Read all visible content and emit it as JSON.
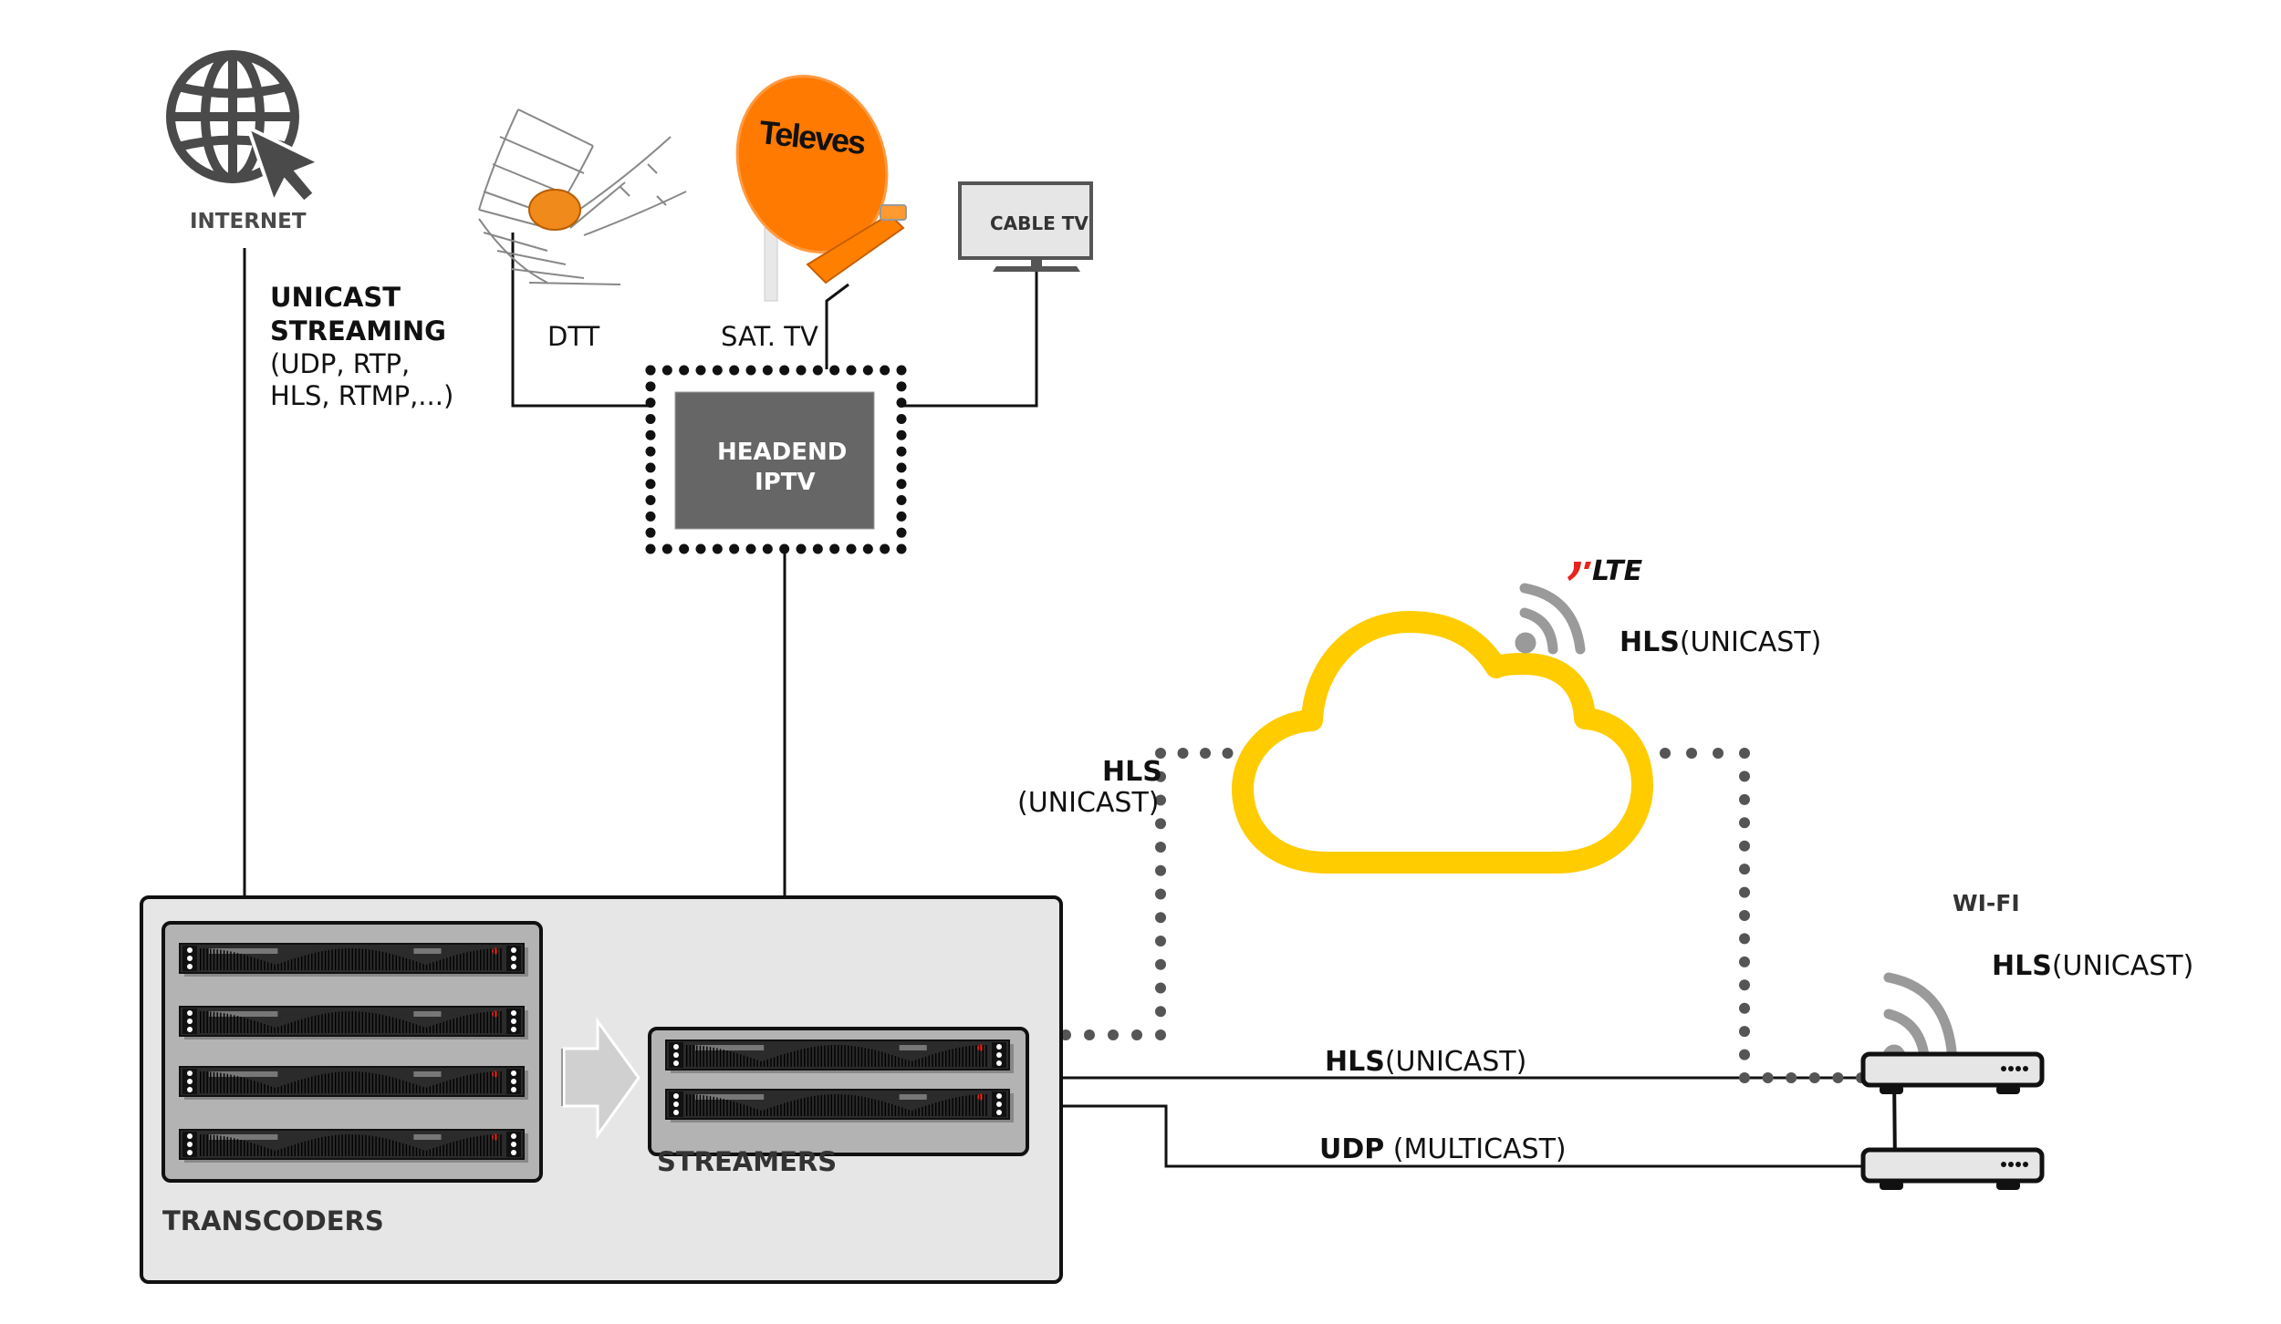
{
  "colors": {
    "line": "#111111",
    "dots": "#555555",
    "icon_grey": "#4a4a4a",
    "wifi_grey": "#9a9a9a",
    "cloud": "#FFCC00",
    "dish_orange": "#FF7A00",
    "headend_box": "#666666",
    "panel_bg": "#e6e6e6",
    "rack_bg": "#b3b3b3",
    "server_body": "#2b2b2b",
    "lte_red": "#e8231b"
  },
  "sources": {
    "internet": {
      "label": "INTERNET",
      "icon": "globe-cursor-icon"
    },
    "dtt": {
      "label": "DTT",
      "icon": "dtt-antenna-icon"
    },
    "sat": {
      "label": "SAT. TV",
      "icon": "satellite-dish-icon",
      "brand": "Televes"
    },
    "cable": {
      "label": "CABLE TV",
      "icon": "tv-monitor-icon"
    }
  },
  "unicast_note": {
    "title_line1": "UNICAST",
    "title_line2": "STREAMING",
    "detail_line1": "(UDP, RTP,",
    "detail_line2": "HLS, RTMP,...)"
  },
  "headend": {
    "line1": "HEADEND",
    "line2": "IPTV"
  },
  "processing": {
    "transcoders_label": "TRANSCODERS",
    "transcoder_count": 4,
    "streamers_label": "STREAMERS",
    "streamer_count": 2
  },
  "cloud_link": {
    "bold": "HLS",
    "normal": "(UNICAST)"
  },
  "lte": {
    "label": "LTE",
    "bold": "HLS",
    "normal": "(UNICAST)"
  },
  "wifi": {
    "label": "WI-FI",
    "bold": "HLS",
    "normal": "(UNICAST)"
  },
  "outputs": [
    {
      "bold": "HLS",
      "normal": "(UNICAST)",
      "device": "wifi-router"
    },
    {
      "bold": "UDP",
      "normal": " (MULTICAST)",
      "device": "set-top-box"
    }
  ]
}
